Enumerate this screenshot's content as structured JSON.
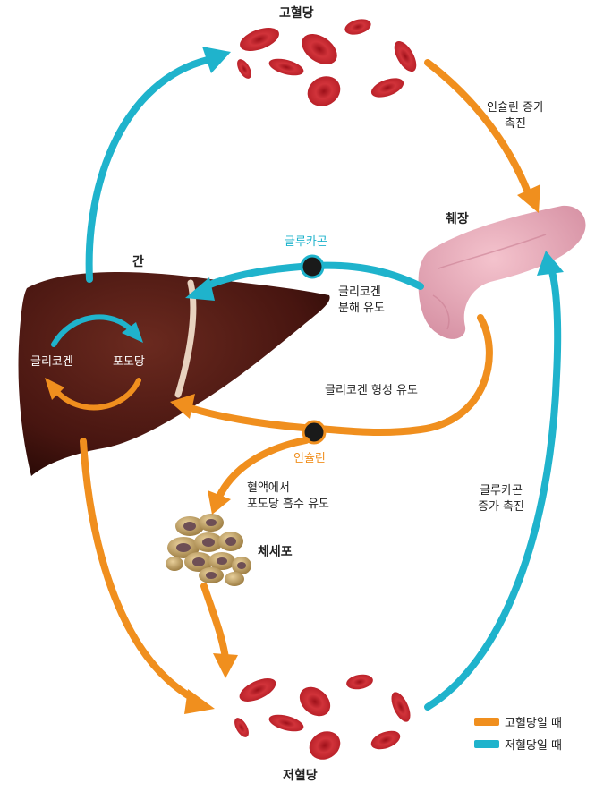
{
  "colors": {
    "high_glucose": "#f08f1e",
    "low_glucose": "#1fb3cc",
    "blood_cell": "#c8252d",
    "liver": "#4a1710",
    "pancreas": "#e8a6b6"
  },
  "labels": {
    "high_blood_sugar": "고혈당",
    "low_blood_sugar": "저혈당",
    "liver": "간",
    "pancreas": "췌장",
    "body_cells": "체세포",
    "glycogen": "글리코겐",
    "glucose": "포도당",
    "glucagon": "글루카곤",
    "insulin": "인슐린",
    "insulin_increase": "인슐린 증가",
    "promote": "촉진",
    "glycogen_breakdown": "글리코겐",
    "breakdown_induce": "분해 유도",
    "glycogen_formation": "글리코겐 형성 유도",
    "absorb_line1": "혈액에서",
    "absorb_line2": "포도당 흡수 유도",
    "glucagon_increase_line1": "글루카곤",
    "glucagon_increase_line2": "증가 촉진"
  },
  "legend": [
    {
      "label": "고혈당일 때",
      "color": "#f08f1e"
    },
    {
      "label": "저혈당일 때",
      "color": "#1fb3cc"
    }
  ]
}
